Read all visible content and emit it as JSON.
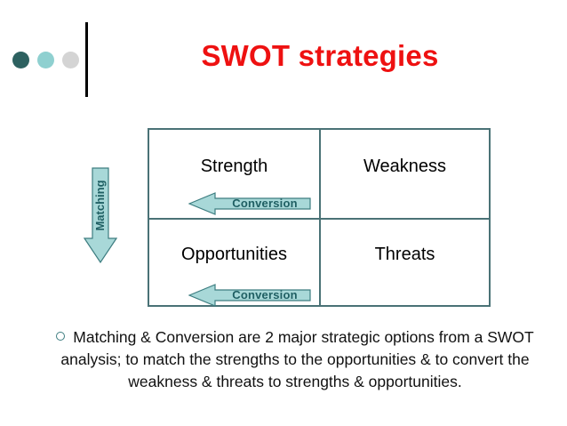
{
  "slide": {
    "title": "SWOT strategies",
    "title_color": "#ee1111",
    "background": "#ffffff"
  },
  "decor": {
    "dots": [
      {
        "name": "dot-dark-teal",
        "color": "#2d6160"
      },
      {
        "name": "dot-light-teal",
        "color": "#8fd0d0"
      },
      {
        "name": "dot-gray",
        "color": "#d4d4d4"
      }
    ],
    "divider_color": "#000000"
  },
  "matrix": {
    "border_color": "#4a7276",
    "cells": [
      {
        "id": "strength",
        "label": "Strength"
      },
      {
        "id": "weakness",
        "label": "Weakness"
      },
      {
        "id": "opportunities",
        "label": "Opportunities"
      },
      {
        "id": "threats",
        "label": "Threats"
      }
    ]
  },
  "arrows": {
    "fill": "#a8d8d8",
    "stroke": "#3d7d80",
    "text_color": "#1f5f63",
    "conversion_top": {
      "label": "Conversion",
      "direction": "left"
    },
    "conversion_bottom": {
      "label": "Conversion",
      "direction": "left"
    },
    "matching": {
      "label": "Matching",
      "direction": "down"
    }
  },
  "body": {
    "bullet_glyph": "hollow-circle",
    "bullet_color": "#3d7d80",
    "text": "Matching & Conversion are 2 major strategic options from a SWOT analysis; to match the strengths to the opportunities & to convert the weakness & threats to strengths & opportunities."
  }
}
